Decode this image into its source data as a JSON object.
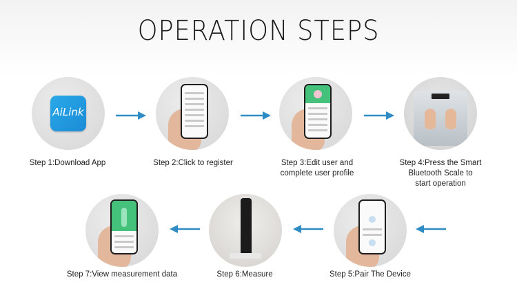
{
  "title": "OPERATION STEPS",
  "app_icon_text": "AiLink",
  "steps": [
    {
      "label": "Step 1:Download App"
    },
    {
      "label": "Step 2:Click to register"
    },
    {
      "label_line1": "Step 3:Edit user and",
      "label_line2": "complete user profile"
    },
    {
      "label_line1": "Step 4:Press the Smart",
      "label_line2": "Bluetooth Scale to",
      "label_line3": "start operation"
    },
    {
      "label": "Step 5:Pair The Device"
    },
    {
      "label": "Step 6:Measure"
    },
    {
      "label": "Step 7:View measurement data"
    }
  ],
  "colors": {
    "arrow": "#2f8bc4",
    "app_icon": "#1f95dd",
    "app_green": "#44c27c",
    "title": "#1a1a1a"
  },
  "icons": [
    "arrow-right-icon",
    "arrow-left-icon"
  ]
}
